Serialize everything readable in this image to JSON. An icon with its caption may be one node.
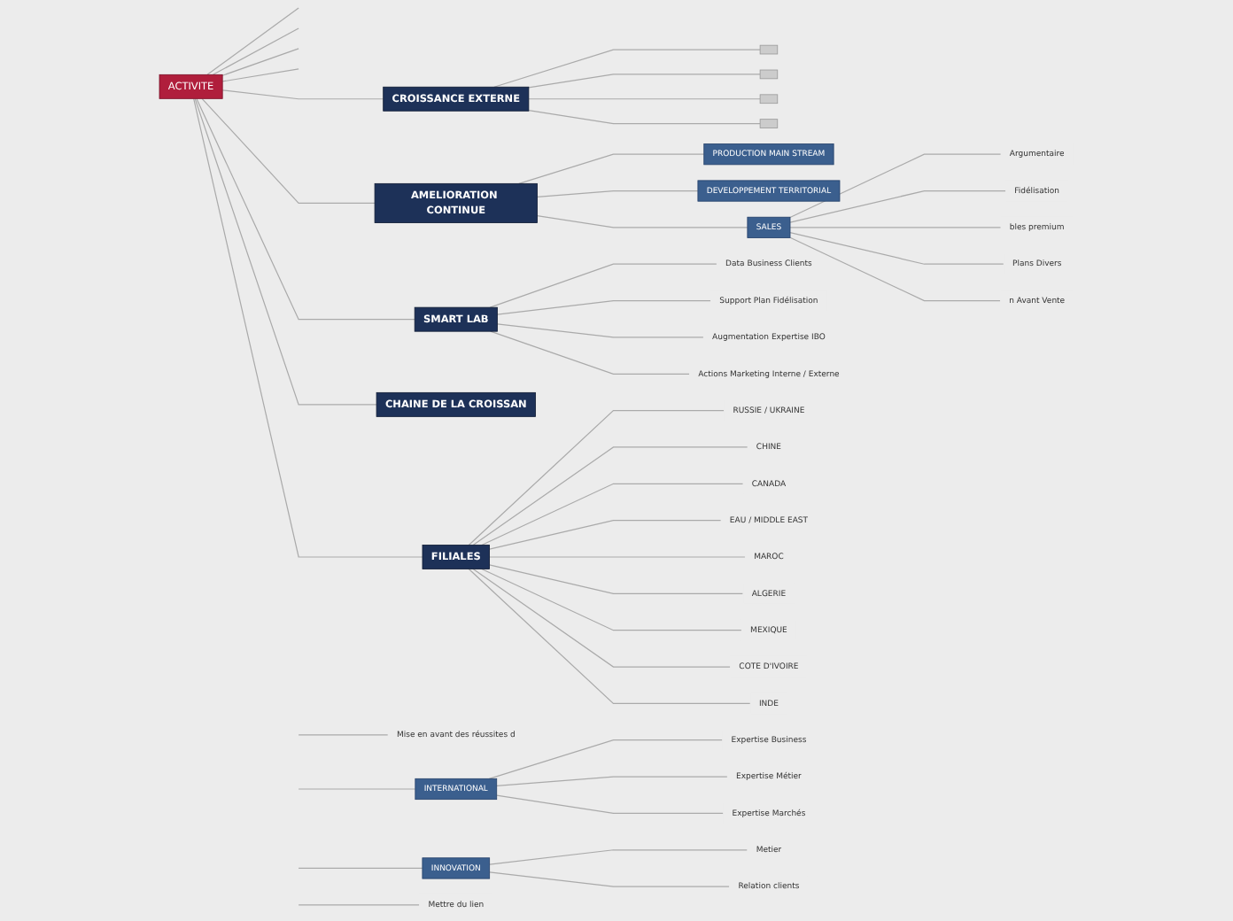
{
  "diagram": {
    "nodes": [
      {
        "text": [
          "ACTIVITE"
        ]
      },
      {
        "text": [
          "CROISSANCE EXTERNE"
        ]
      },
      {
        "text": [],
        "shape": "bar"
      },
      {
        "text": [],
        "shape": "bar"
      },
      {
        "text": [],
        "shape": "bar"
      },
      {
        "text": [],
        "shape": "bar"
      },
      {
        "text": [
          "AMELIORATION CONTINUE"
        ]
      },
      {
        "text": [
          "PRODUCTION MAIN STREAM"
        ]
      },
      {
        "text": [
          "DEVELOPPEMENT TERRITORIAL"
        ]
      },
      {
        "text": [
          "SALES"
        ]
      },
      {
        "text": [
          "Argumentaire"
        ]
      },
      {
        "text": [
          "Fidélisation"
        ]
      },
      {
        "text": [
          "bles premium"
        ]
      },
      {
        "text": [
          "Plans Divers"
        ]
      },
      {
        "text": [
          "n Avant Vente"
        ]
      },
      {
        "text": [
          "SMART LAB"
        ]
      },
      {
        "text": [
          "Data Business Clients"
        ]
      },
      {
        "text": [
          "Support Plan Fidélisation"
        ]
      },
      {
        "text": [
          "Augmentation Expertise IBO"
        ]
      },
      {
        "text": [
          "Actions Marketing Interne / Externe"
        ]
      },
      {
        "text": [
          "CHAINE DE LA CROISSAN"
        ]
      },
      {
        "text": [
          "FILIALES"
        ]
      },
      {
        "text": [
          "RUSSIE / UKRAINE"
        ]
      },
      {
        "text": [
          "CHINE"
        ]
      },
      {
        "text": [
          "CANADA"
        ]
      },
      {
        "text": [
          "EAU / MIDDLE EAST"
        ]
      },
      {
        "text": [
          "MAROC"
        ]
      },
      {
        "text": [
          "ALGERIE"
        ]
      },
      {
        "text": [
          "MEXIQUE"
        ]
      },
      {
        "text": [
          "COTE D'IVOIRE"
        ]
      },
      {
        "text": [
          "INDE"
        ]
      },
      {
        "text": [
          "Mise en avant des réussites d"
        ]
      },
      {
        "text": [
          "INTERNATIONAL"
        ]
      },
      {
        "text": [
          "Expertise Business"
        ]
      },
      {
        "text": [
          "Expertise Métier"
        ]
      },
      {
        "text": [
          "Expertise Marchés"
        ]
      },
      {
        "text": [
          "INNOVATION"
        ]
      },
      {
        "text": [
          "Metier"
        ]
      },
      {
        "text": [
          "Relation clients"
        ]
      },
      {
        "text": [
          "Mettre du lien"
        ]
      }
    ],
    "edges": [
      {
        "from": 0,
        "to": 1,
        "arrow": "none"
      },
      {
        "from": 1,
        "to": 2,
        "arrow": "none"
      },
      {
        "from": 1,
        "to": 3,
        "arrow": "none"
      },
      {
        "from": 1,
        "to": 4,
        "arrow": "none"
      },
      {
        "from": 1,
        "to": 5,
        "arrow": "none"
      },
      {
        "from": 0,
        "to": 6,
        "arrow": "none"
      },
      {
        "from": 6,
        "to": 7,
        "arrow": "none"
      },
      {
        "from": 6,
        "to": 8,
        "arrow": "none"
      },
      {
        "from": 6,
        "to": 9,
        "arrow": "none"
      },
      {
        "from": 9,
        "to": 10,
        "arrow": "none"
      },
      {
        "from": 9,
        "to": 11,
        "arrow": "none"
      },
      {
        "from": 9,
        "to": 12,
        "arrow": "none"
      },
      {
        "from": 9,
        "to": 13,
        "arrow": "none"
      },
      {
        "from": 9,
        "to": 14,
        "arrow": "none"
      },
      {
        "from": 0,
        "to": 15,
        "arrow": "none"
      },
      {
        "from": 15,
        "to": 16,
        "arrow": "none"
      },
      {
        "from": 15,
        "to": 17,
        "arrow": "none"
      },
      {
        "from": 15,
        "to": 18,
        "arrow": "none"
      },
      {
        "from": 15,
        "to": 19,
        "arrow": "none"
      },
      {
        "from": 0,
        "to": 20,
        "arrow": "none"
      },
      {
        "from": 0,
        "to": 21,
        "arrow": "none"
      },
      {
        "from": 21,
        "to": 22,
        "arrow": "none"
      },
      {
        "from": 21,
        "to": 23,
        "arrow": "none"
      },
      {
        "from": 21,
        "to": 24,
        "arrow": "none"
      },
      {
        "from": 21,
        "to": 25,
        "arrow": "none"
      },
      {
        "from": 21,
        "to": 26,
        "arrow": "none"
      },
      {
        "from": 21,
        "to": 27,
        "arrow": "none"
      },
      {
        "from": 21,
        "to": 28,
        "arrow": "none"
      },
      {
        "from": 21,
        "to": 29,
        "arrow": "none"
      },
      {
        "from": 21,
        "to": 30,
        "arrow": "none"
      },
      {
        "from": null,
        "to": 31,
        "arrow": "none"
      },
      {
        "from": null,
        "to": 32,
        "arrow": "none"
      },
      {
        "from": 32,
        "to": 33,
        "arrow": "none"
      },
      {
        "from": 32,
        "to": 34,
        "arrow": "none"
      },
      {
        "from": 32,
        "to": 35,
        "arrow": "none"
      },
      {
        "from": null,
        "to": 36,
        "arrow": "none"
      },
      {
        "from": 36,
        "to": 37,
        "arrow": "none"
      },
      {
        "from": 36,
        "to": 38,
        "arrow": "none"
      },
      {
        "from": null,
        "to": 39,
        "arrow": "none"
      },
      {
        "from": 0,
        "to": null,
        "arrow": "none"
      },
      {
        "from": 0,
        "to": null,
        "arrow": "none"
      },
      {
        "from": 0,
        "to": null,
        "arrow": "none"
      },
      {
        "from": 0,
        "to": null,
        "arrow": "none"
      }
    ]
  }
}
